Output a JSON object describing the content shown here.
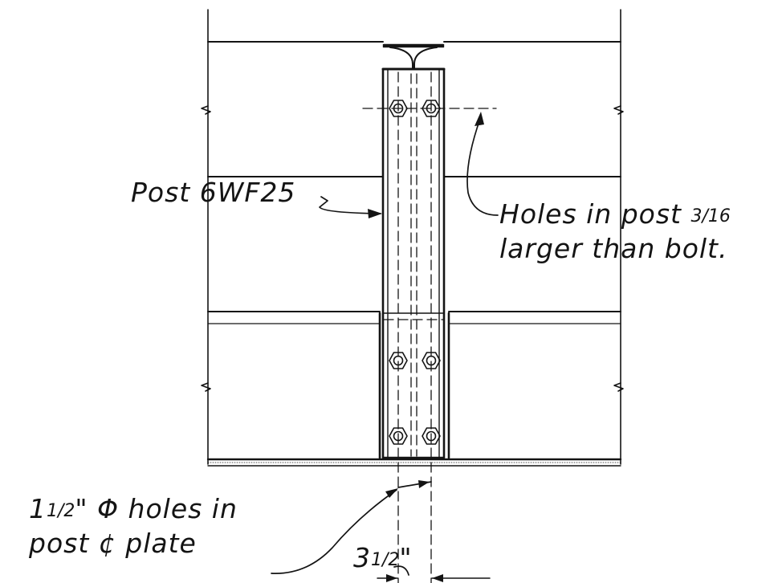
{
  "notes": {
    "post_label": "Post 6WF25",
    "holes_note_line1_prefix": "Holes in post",
    "holes_note_fraction": "3/16",
    "holes_note_line2": "larger than bolt.",
    "bolt_holes_line1_whole": "1",
    "bolt_holes_line1_fraction": "1/2",
    "bolt_holes_line1_rest": "\" Φ holes in",
    "bolt_holes_line2": "post ¢ plate",
    "spacing_whole": "3",
    "spacing_fraction": "1/2",
    "spacing_unit": "\""
  },
  "colors": {
    "ink": "#141414",
    "paper": "#ffffff"
  }
}
